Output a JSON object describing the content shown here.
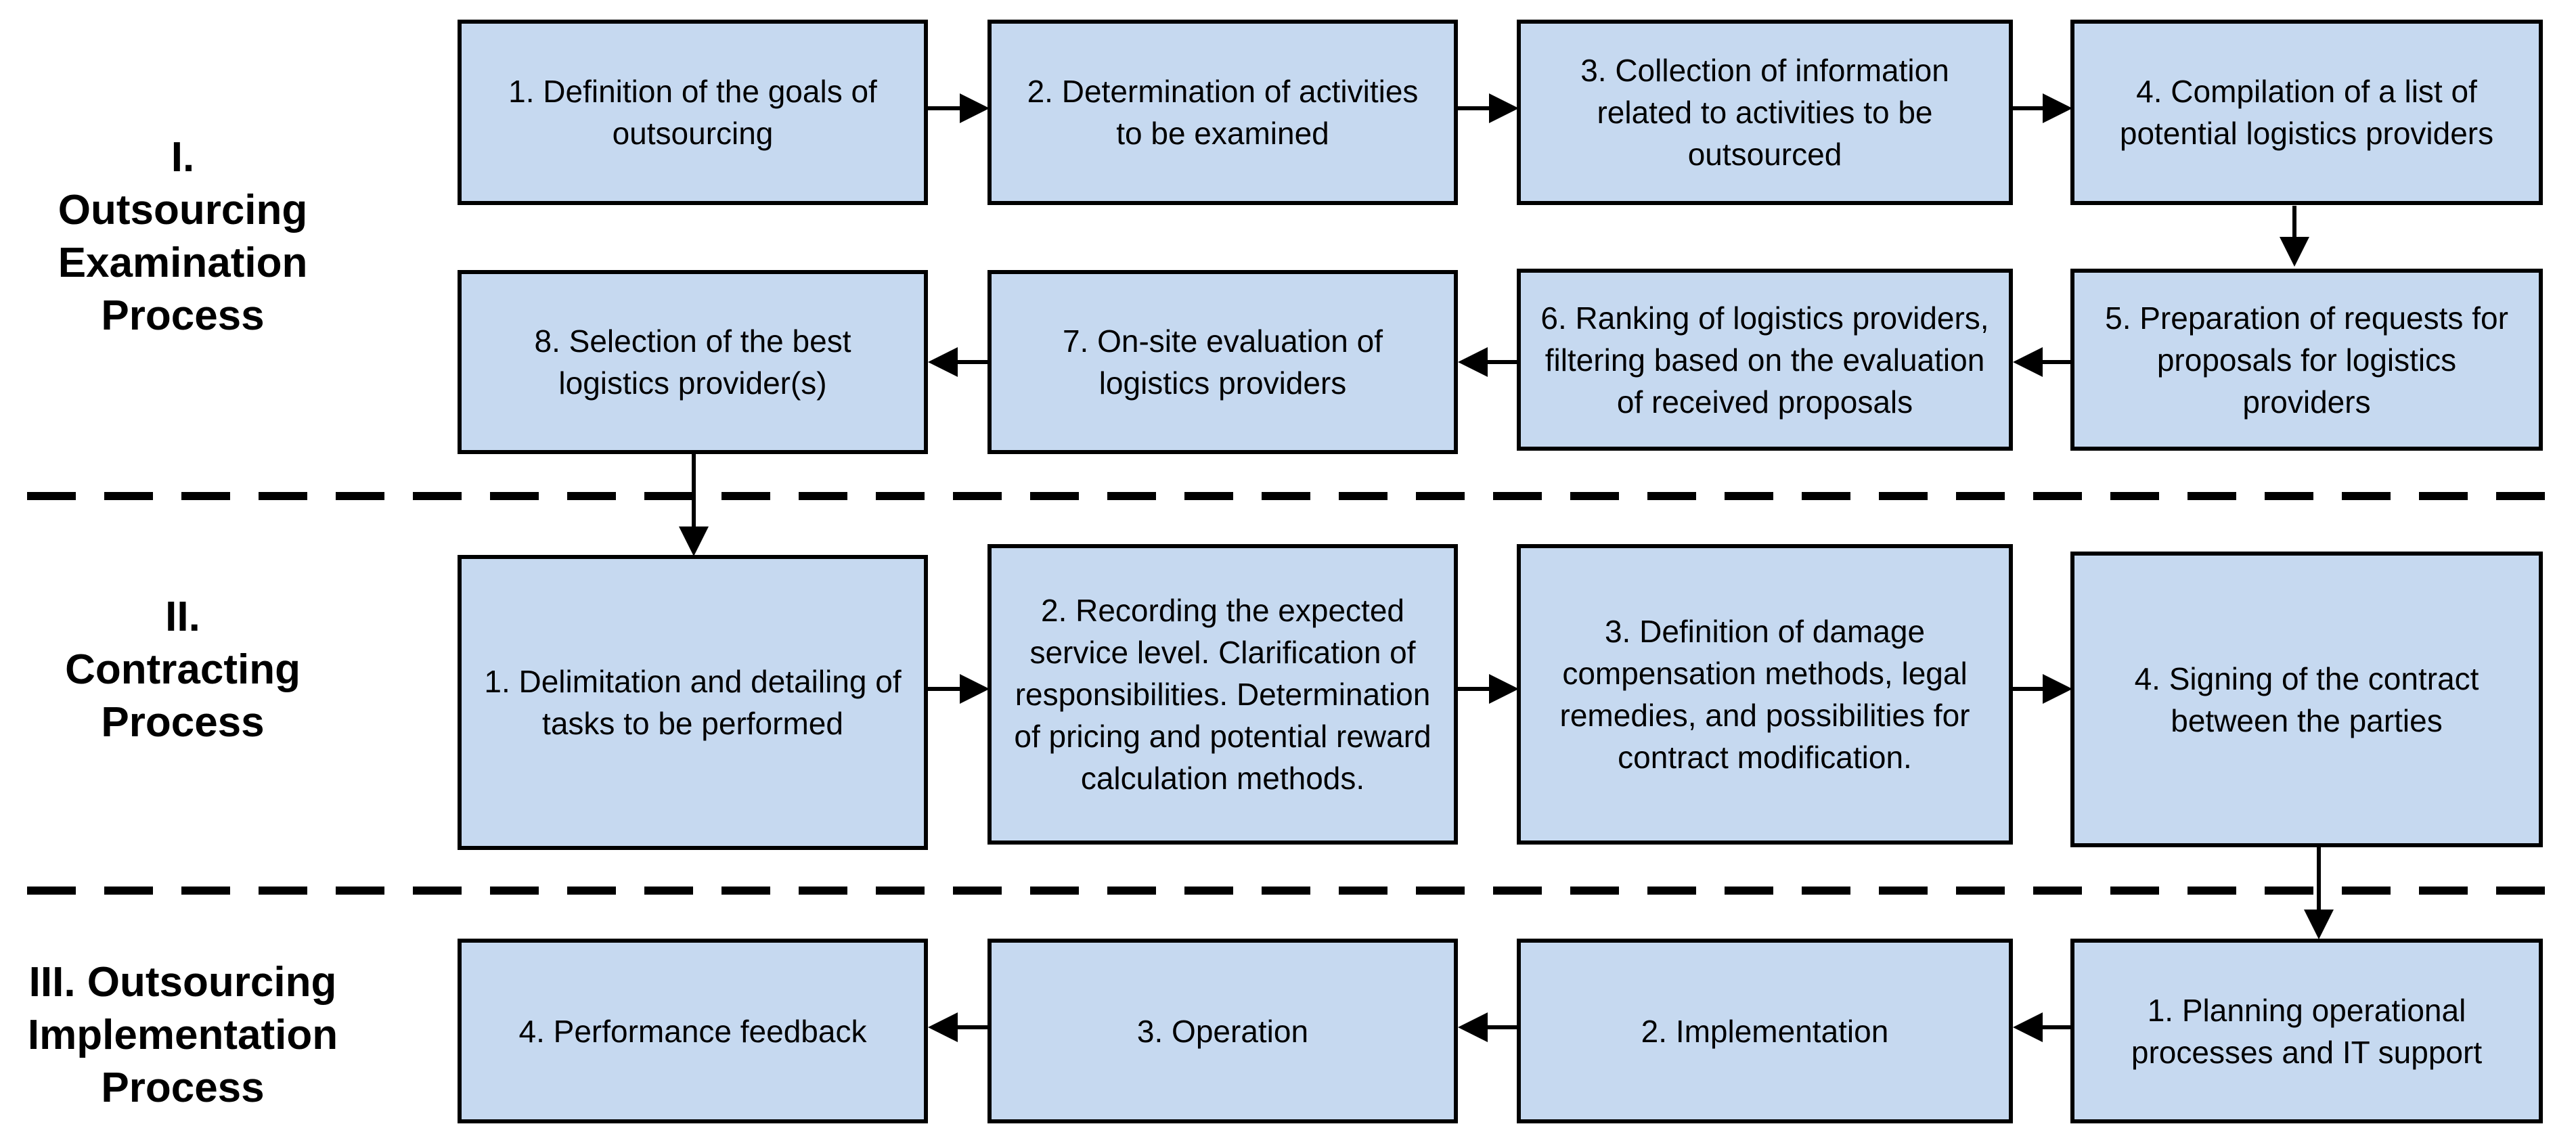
{
  "phases": [
    {
      "label": "I. Outsourcing Examination Process",
      "steps": [
        "1. Definition of the goals of outsourcing",
        "2. Determination of activities to be examined",
        "3. Collection of information related to activities to be outsourced",
        "4. Compilation of a list of potential logistics providers",
        "5. Preparation of requests for proposals for logistics providers",
        "6. Ranking of logistics providers, filtering based on the evaluation of received proposals",
        "7. On-site evaluation of logistics providers",
        "8. Selection of the best logistics provider(s)"
      ]
    },
    {
      "label": "II. Contracting Process",
      "steps": [
        "1. Delimitation and detailing of tasks to be performed",
        "2. Recording the expected service level. Clarification of responsibilities. Determination of pricing and potential reward calculation methods.",
        "3. Definition of damage compensation methods, legal remedies, and possibilities for contract modification.",
        "4. Signing of the contract between the parties"
      ]
    },
    {
      "label": "III. Outsourcing Implementation Process",
      "steps": [
        "1. Planning operational processes and IT support",
        "2. Implementation",
        "3. Operation",
        "4. Performance feedback"
      ]
    }
  ],
  "colors": {
    "box_fill": "#c6d9f0",
    "box_border": "#000000",
    "line": "#000000"
  }
}
